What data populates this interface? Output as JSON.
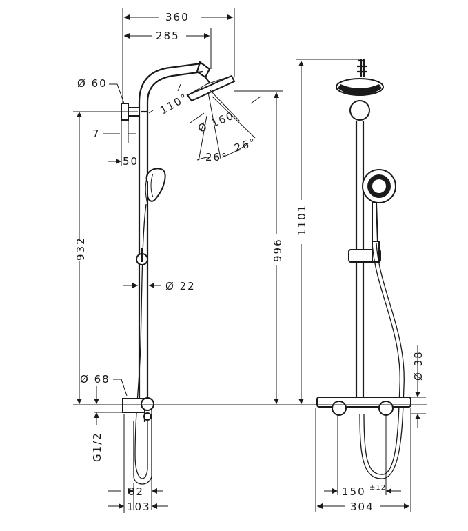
{
  "dimensions": {
    "total_reach": "360",
    "arm_reach": "285",
    "wall_bracket_dia": "Ø 60",
    "arm_angle": "110°",
    "head_dia": "Ø 160",
    "bracket_offset": "7",
    "rail_offset": "50",
    "tilt_angle_left": "26°",
    "tilt_angle_right": "26°",
    "rail_dia": "Ø 22",
    "bracket_height": "932",
    "head_height": "996",
    "mixer_dia": "Ø 68",
    "thread": "G1/2",
    "mixer_depth_front": "82",
    "mixer_depth_total": "103",
    "total_height": "1101",
    "rosette_dia": "Ø 38",
    "inlet_spacing": "150",
    "inlet_tolerance": "±12",
    "mixer_width": "304"
  }
}
